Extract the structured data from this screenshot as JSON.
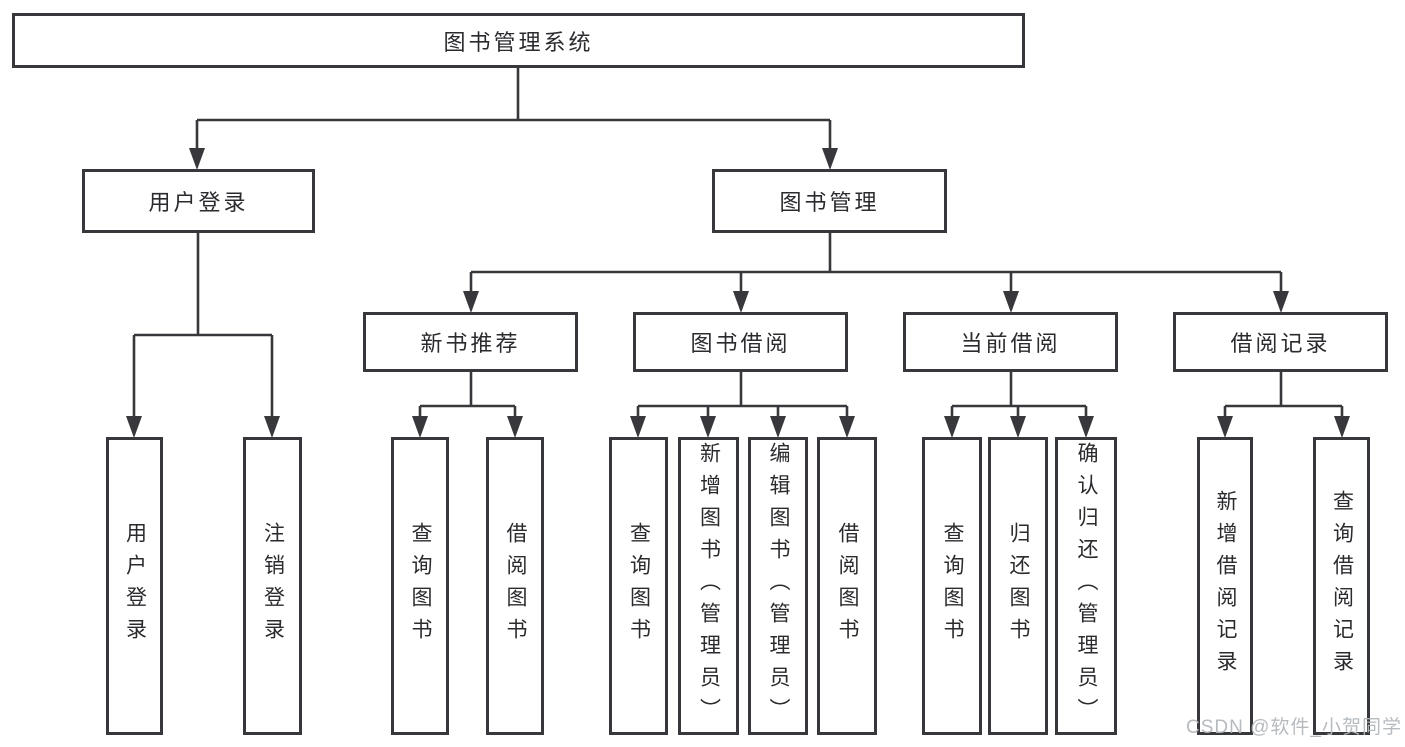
{
  "diagram": {
    "type": "tree",
    "nodes": {
      "root": {
        "label": "图书管理系统"
      },
      "user_login": {
        "label": "用户登录"
      },
      "book_mgmt": {
        "label": "图书管理"
      },
      "new_book_rec": {
        "label": "新书推荐"
      },
      "book_borrow": {
        "label": "图书借阅"
      },
      "current_borrow": {
        "label": "当前借阅"
      },
      "borrow_records": {
        "label": "借阅记录"
      },
      "leaf_user_login": {
        "label": "用户登录"
      },
      "leaf_logout": {
        "label": "注销登录"
      },
      "rec_query_books": {
        "label": "查询图书"
      },
      "rec_borrow_books": {
        "label": "借阅图书"
      },
      "bb_query_books": {
        "label": "查询图书"
      },
      "bb_add_books": {
        "label": "新增图书（管理员）"
      },
      "bb_edit_books": {
        "label": "编辑图书（管理员）"
      },
      "bb_borrow_books": {
        "label": "借阅图书"
      },
      "cb_query_books": {
        "label": "查询图书"
      },
      "cb_return_books": {
        "label": "归还图书"
      },
      "cb_confirm_return": {
        "label": "确认归还（管理员）"
      },
      "br_add_record": {
        "label": "新增借阅记录"
      },
      "br_query_record": {
        "label": "查询借阅记录"
      }
    },
    "hierarchy": {
      "root": [
        "user_login",
        "book_mgmt"
      ],
      "user_login": [
        "leaf_user_login",
        "leaf_logout"
      ],
      "book_mgmt": [
        "new_book_rec",
        "book_borrow",
        "current_borrow",
        "borrow_records"
      ],
      "new_book_rec": [
        "rec_query_books",
        "rec_borrow_books"
      ],
      "book_borrow": [
        "bb_query_books",
        "bb_add_books",
        "bb_edit_books",
        "bb_borrow_books"
      ],
      "current_borrow": [
        "cb_query_books",
        "cb_return_books",
        "cb_confirm_return"
      ],
      "borrow_records": [
        "br_add_record",
        "br_query_record"
      ]
    },
    "colors": {
      "line": "#38383c",
      "box_border": "#38383c",
      "box_fill": "#ffffff",
      "text": "#2b2b2f",
      "background": "#ffffff",
      "watermark": "#b2b7bd"
    }
  },
  "watermark": {
    "text": "CSDN @软件_小贺同学"
  }
}
